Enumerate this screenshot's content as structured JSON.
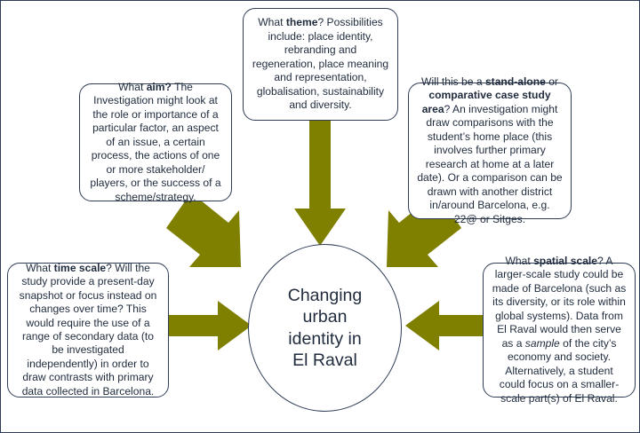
{
  "diagram": {
    "title": "Changing urban identity in El Raval",
    "colors": {
      "arrow": "#7F7F00",
      "outline": "#2e3d55",
      "text": "#1f2b3d",
      "background": "#ffffff"
    },
    "hub": {
      "label": "Changing urban identity in El Raval",
      "lines": [
        "Changing",
        "urban",
        "identity in",
        "El Raval"
      ]
    },
    "notes": {
      "theme": {
        "lead": "What ",
        "keyword": "theme",
        "rest": "? Possibilities include: place identity, rebranding and regeneration, place meaning and representation, globalisation, sustainability and diversity."
      },
      "aim": {
        "lead": "What ",
        "keyword": "aim?",
        "rest": " The Investigation might look at the role or importance of a particular factor, an aspect of an issue, a certain process, the actions of one or more stakeholder/ players, or the success of a scheme/strategy."
      },
      "standalone": {
        "lead": "Will this be a ",
        "keyword": "stand-alone",
        "mid": " or ",
        "keyword2": "comparative case study area",
        "rest": "? An investigation might draw comparisons with the student’s home place (this involves further primary research at home at a later date). Or a comparison can be drawn with another district in/around Barcelona, e.g. 22@ or Sitges."
      },
      "timescale": {
        "lead": "What ",
        "keyword": "time scale",
        "rest": "? Will the study provide a present-day snapshot or focus instead on changes over time? This would require the use of a range of secondary data (to be investigated independently) in order to draw contrasts with primary data collected in Barcelona."
      },
      "spatial": {
        "lead": "What ",
        "keyword": "spatial scale",
        "part1": "? A larger-scale study could be made of Barcelona (such as its diversity, or its role within global systems). Data from El Raval would then serve as a ",
        "emphasis": "sample",
        "part2": " of the city’s economy and society. Alternatively, a student could focus on a smaller-scale part(s) of El Raval."
      }
    },
    "arrows": [
      {
        "name": "arrow-theme-to-hub",
        "direction": "down"
      },
      {
        "name": "arrow-aim-to-hub",
        "direction": "down-right"
      },
      {
        "name": "arrow-standalone-to-hub",
        "direction": "down-left"
      },
      {
        "name": "arrow-timescale-to-hub",
        "direction": "right"
      },
      {
        "name": "arrow-spatial-to-hub",
        "direction": "left"
      }
    ]
  }
}
